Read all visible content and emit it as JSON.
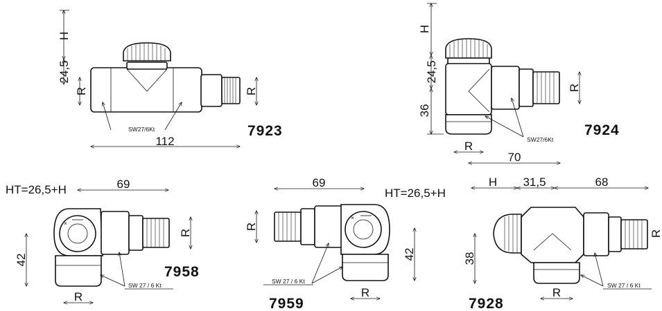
{
  "colors": {
    "line": "#111111",
    "background": "#ffffff"
  },
  "diagrams": [
    {
      "model": "7923",
      "wrench_label": "SW27/6Kt",
      "dims": {
        "h": "H",
        "h2": "24,5",
        "r_left": "R",
        "r_right": "R",
        "length": "112"
      }
    },
    {
      "model": "7924",
      "wrench_label": "SW27/6Kt",
      "dims": {
        "h": "H",
        "h2": "24,5",
        "h3": "36",
        "r_right": "R",
        "r_bottom": "R",
        "length": "70"
      }
    },
    {
      "model": "7958",
      "formula": "HT=26,5+H",
      "wrench_label": "SW 27 / 6 Kt",
      "dims": {
        "length": "69",
        "height": "42",
        "r_right": "R",
        "r_bottom": "R"
      }
    },
    {
      "model": "7959",
      "formula": "HT=26,5+H",
      "wrench_label": "SW 27 / 6 Kt",
      "dims": {
        "length": "69",
        "height": "42",
        "r_left": "R",
        "r_bottom": "R"
      }
    },
    {
      "model": "7928",
      "wrench_label": "SW 27 / 6 Kt",
      "dims": {
        "h": "H",
        "mid": "31,5",
        "length": "68",
        "height": "38",
        "r_right": "R",
        "r_bottom": "R"
      }
    }
  ]
}
